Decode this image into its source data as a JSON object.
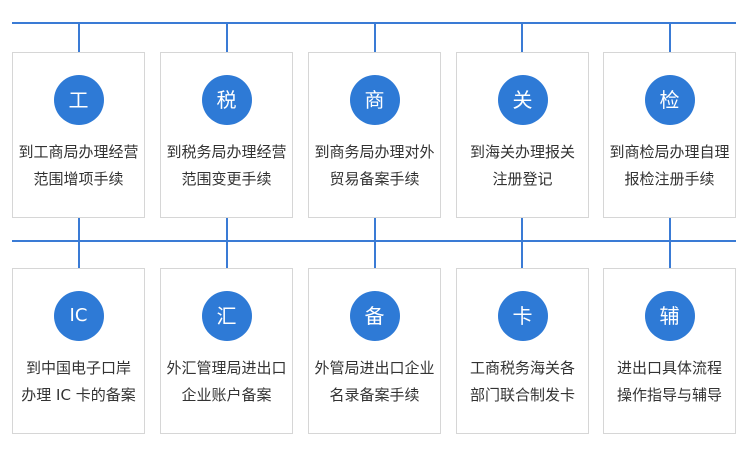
{
  "accent_color": "#2e7ad6",
  "line_color": "#3a7bd5",
  "rows": [
    {
      "cards": [
        {
          "icon": "工",
          "line1": "到工商局办理经营",
          "line2": "范围增项手续"
        },
        {
          "icon": "税",
          "line1": "到税务局办理经营",
          "line2": "范围变更手续"
        },
        {
          "icon": "商",
          "line1": "到商务局办理对外",
          "line2": "贸易备案手续"
        },
        {
          "icon": "关",
          "line1": "到海关办理报关",
          "line2": "注册登记"
        },
        {
          "icon": "检",
          "line1": "到商检局办理自理",
          "line2": "报检注册手续"
        }
      ]
    },
    {
      "cards": [
        {
          "icon": "IC",
          "line1": "到中国电子口岸",
          "line2": "办理 IC 卡的备案"
        },
        {
          "icon": "汇",
          "line1": "外汇管理局进出口",
          "line2": "企业账户备案"
        },
        {
          "icon": "备",
          "line1": "外管局进出口企业",
          "line2": "名录备案手续"
        },
        {
          "icon": "卡",
          "line1": "工商税务海关各",
          "line2": "部门联合制发卡"
        },
        {
          "icon": "辅",
          "line1": "进出口具体流程",
          "line2": "操作指导与辅导"
        }
      ]
    }
  ]
}
